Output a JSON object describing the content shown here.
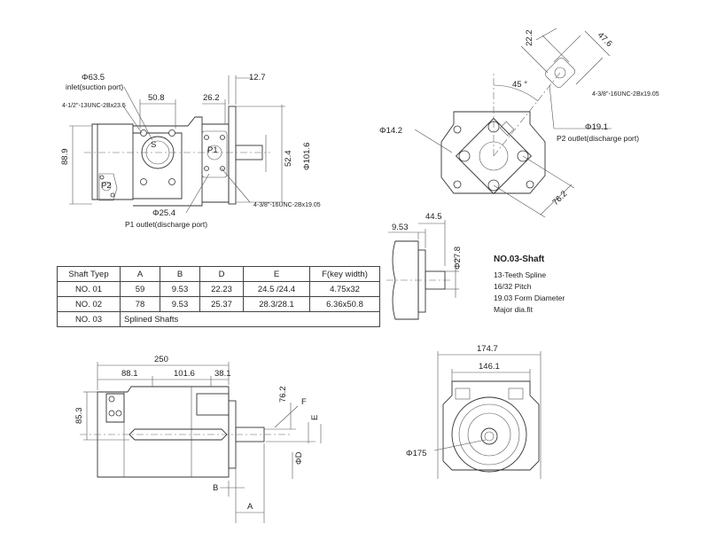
{
  "front_view": {
    "inlet_dia": "Φ63.5",
    "inlet_label": "inlet(suction port)",
    "inlet_thread": "4-1/2\"-13UNC-2Bx23.5",
    "dim_50_8": "50.8",
    "dim_26_2": "26.2",
    "dim_12_7": "12.7",
    "dim_88_9": "88.9",
    "dim_52_4": "52.4",
    "dim_101_6": "Φ101.6",
    "p1_thread": "4-3/8\"-16UNC-2Bx19.05",
    "p1_dia": "Φ25.4",
    "p1_label": "P1 outlet(discharge port)",
    "port_s": "S",
    "port_p1": "P1",
    "port_p2": "P2"
  },
  "rear_view": {
    "dim_22_2": "22.2",
    "dim_47_6": "47.6",
    "angle": "45 °",
    "p2_thread": "4-3/8\"-16UNC-2Bx19.05",
    "dim_19_1": "Φ19.1",
    "p2_label": "P2 outlet(discharge port)",
    "dim_14_2": "Φ14.2",
    "dim_76_2": "76.2"
  },
  "shaft_view": {
    "dim_44_5": "44.5",
    "dim_9_53": "9.53",
    "dim_27_8": "Φ27.8"
  },
  "shaft_spec": {
    "title": "NO.03-Shaft",
    "lines": [
      "13-Teeth Spline",
      "16/32 Pitch",
      "19.03 Form Diameter",
      "Major dia.fit"
    ]
  },
  "table": {
    "headers": [
      "Shaft Tyep",
      "A",
      "B",
      "D",
      "E",
      "F(key width)"
    ],
    "rows": [
      [
        "NO. 01",
        "59",
        "9.53",
        "22.23",
        "24.5 /24.4",
        "4.75x32"
      ],
      [
        "NO. 02",
        "78",
        "9.53",
        "25.37",
        "28.3/28.1",
        "6.36x50.8"
      ]
    ],
    "row3": [
      "NO. 03",
      "Splined Shafts"
    ]
  },
  "side_view": {
    "dim_250": "250",
    "dim_88_1": "88.1",
    "dim_101_6": "101.6",
    "dim_38_1": "38.1",
    "dim_85_3": "85.3",
    "dim_76_2": "76.2",
    "label_f": "F",
    "label_e": "E",
    "label_d": "ΦD",
    "label_b": "B",
    "label_a": "A"
  },
  "end_view": {
    "dim_174_7": "174.7",
    "dim_146_1": "146.1",
    "dim_175": "Φ175"
  }
}
